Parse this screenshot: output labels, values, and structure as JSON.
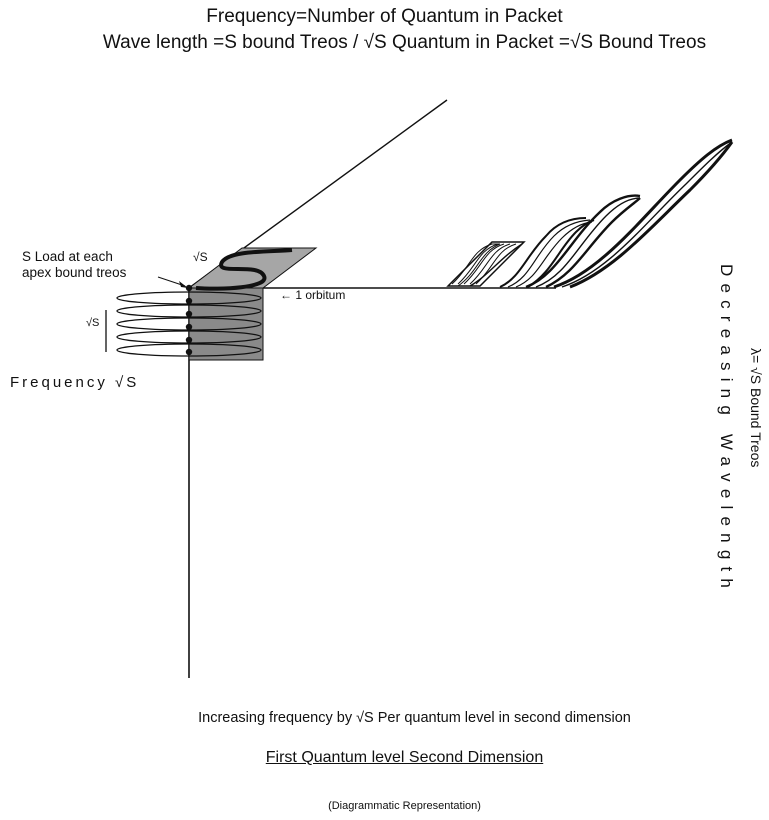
{
  "header": {
    "line1": "Frequency=Number of Quantum in Packet",
    "line2": "Wave length =S bound Treos / √S Quantum in Packet =√S Bound Treos"
  },
  "labels": {
    "s_load_line1": "S Load at each",
    "s_load_line2": "apex bound treos",
    "root_s_top": "√S",
    "root_s_left": "√S",
    "orbitum": "← 1 orbitum",
    "frequency": "Frequency √S",
    "lambda": "λ= √S Bound Treos",
    "decreasing": "Decreasing Wavelength"
  },
  "footer": {
    "increasing": "Increasing  frequency by √S Per quantum level in second dimension",
    "first_quantum": "First Quantum level  Second Dimension",
    "diagrammatic": "(Diagrammatic Representation)"
  }
}
